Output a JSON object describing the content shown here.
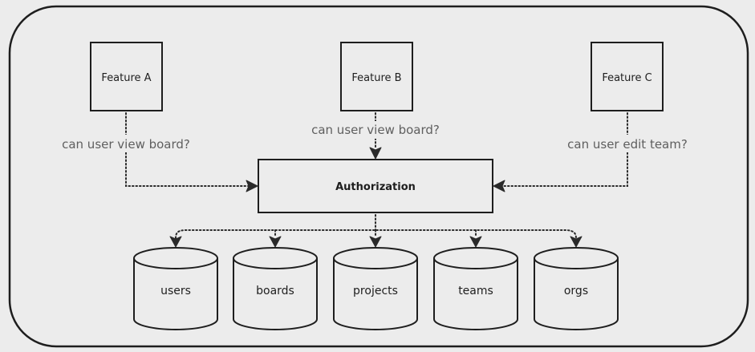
{
  "features": [
    {
      "label": "Feature A",
      "question": "can user view board?"
    },
    {
      "label": "Feature B",
      "question": "can user view board?"
    },
    {
      "label": "Feature C",
      "question": "can user edit team?"
    }
  ],
  "authorization": {
    "label": "Authorization"
  },
  "stores": [
    {
      "label": "users"
    },
    {
      "label": "boards"
    },
    {
      "label": "projects"
    },
    {
      "label": "teams"
    },
    {
      "label": "orgs"
    }
  ]
}
